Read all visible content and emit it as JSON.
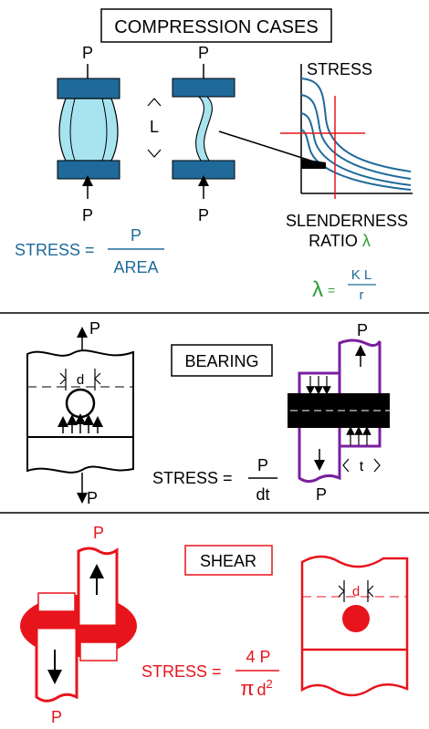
{
  "colors": {
    "black": "#000000",
    "blue_fill": "#1f6a9a",
    "blue_text": "#1f6a9a",
    "cyan": "#a8e4f0",
    "green": "#2e9e3a",
    "purple": "#7a1fa0",
    "red": "#e8141c"
  },
  "compression": {
    "title": "COMPRESSION CASES",
    "load_label": "P",
    "length_label": "L",
    "graph_y_label": "STRESS",
    "graph_x_label_line1": "SLENDERNESS",
    "graph_x_label_line2": "RATIO",
    "lambda_symbol": "λ",
    "stress_lhs": "STRESS =",
    "stress_numerator": "P",
    "stress_denominator": "AREA",
    "lambda_lhs": "λ",
    "lambda_equals": "=",
    "lambda_numerator": "K L",
    "lambda_denominator": "r"
  },
  "bearing": {
    "title": "BEARING",
    "load_label": "P",
    "diameter_label": "d",
    "thickness_label": "t",
    "stress_lhs": "STRESS =",
    "stress_numerator": "P",
    "stress_denominator": "dt"
  },
  "shear": {
    "title": "SHEAR",
    "load_label": "P",
    "diameter_label": "d",
    "stress_lhs": "STRESS =",
    "stress_numerator": "4 P",
    "stress_denominator_pi": "π",
    "stress_denominator_d": "d",
    "stress_denominator_exp": "2"
  }
}
